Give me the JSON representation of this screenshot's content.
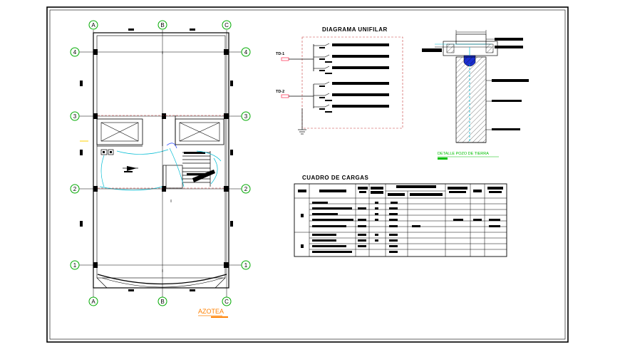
{
  "colors": {
    "line": "#000000",
    "grid_bubble": "#00aa00",
    "cyan": "#00bcd4",
    "dash_red": "#c83c3c",
    "blue_fill": "#1a2fd0",
    "pink": "#ff4060",
    "green_title": "#00c000",
    "orange_title": "#ff8000",
    "magenta": "#c000c0",
    "yellow": "#ffd000"
  },
  "plan": {
    "title": "AZOTEA",
    "axes_letters": [
      "A",
      "B",
      "C"
    ],
    "axes_numbers": [
      "1",
      "2",
      "3",
      "4"
    ]
  },
  "single_line_diagram": {
    "title": "DIAGRAMA UNIFILAR",
    "panels": [
      "TD-1",
      "TD-2"
    ]
  },
  "ground_detail": {
    "title": "DETALLE POZO DE TIERRA"
  },
  "load_table": {
    "title": "CUADRO DE CARGAS"
  },
  "icons": [
    "north-arrow-icon",
    "ground-symbol-icon"
  ]
}
